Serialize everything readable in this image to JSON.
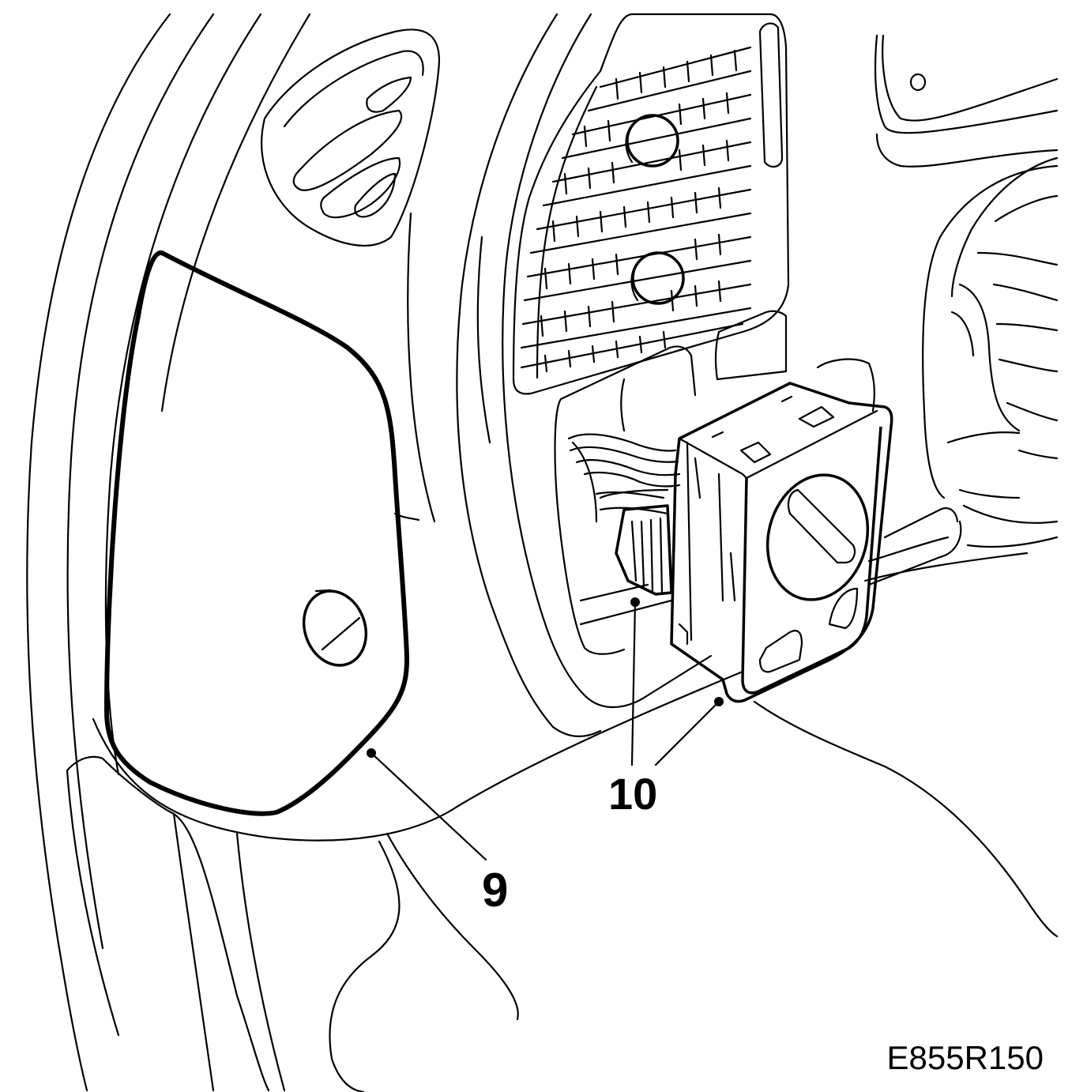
{
  "callouts": {
    "panel": "9",
    "switch": "10"
  },
  "figure_code": "E855R150",
  "colors": {
    "ink": "#000000",
    "paper": "#ffffff"
  }
}
